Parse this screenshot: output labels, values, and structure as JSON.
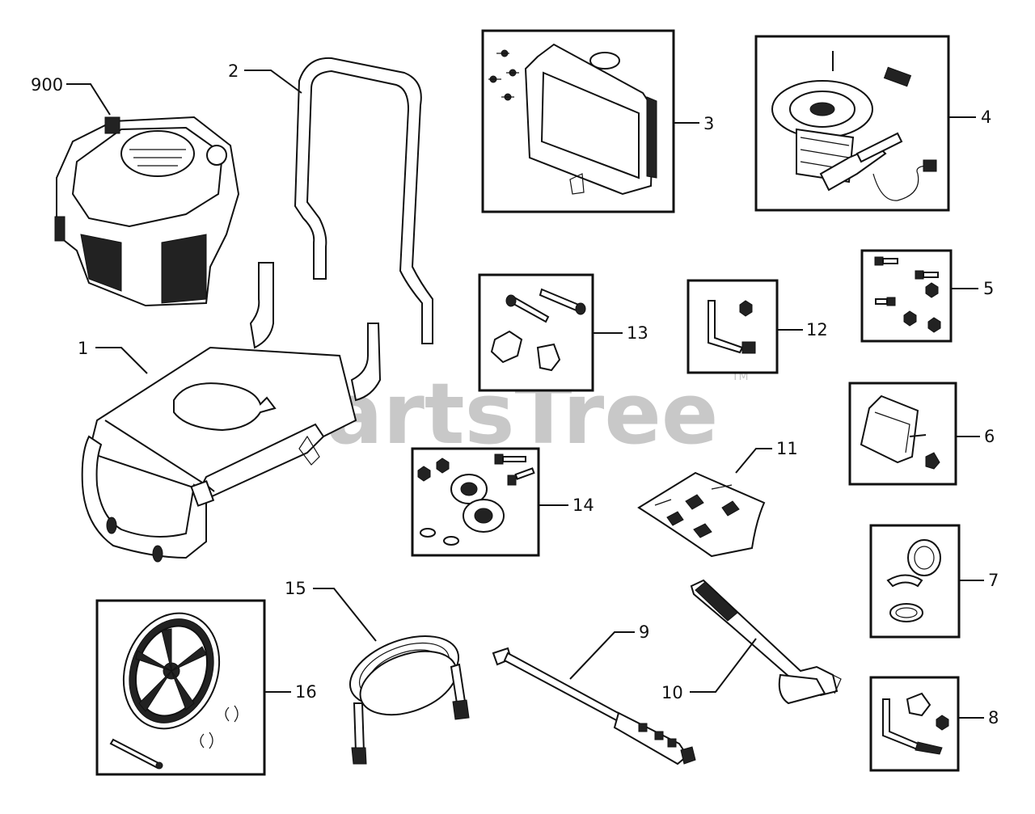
{
  "watermark": {
    "text": "PartsTree",
    "tm": "TM"
  },
  "callouts": {
    "c900": "900",
    "c1": "1",
    "c2": "2",
    "c3": "3",
    "c4": "4",
    "c5": "5",
    "c6": "6",
    "c7": "7",
    "c8": "8",
    "c9": "9",
    "c10": "10",
    "c11": "11",
    "c12": "12",
    "c13": "13",
    "c14": "14",
    "c15": "15",
    "c16": "16"
  }
}
